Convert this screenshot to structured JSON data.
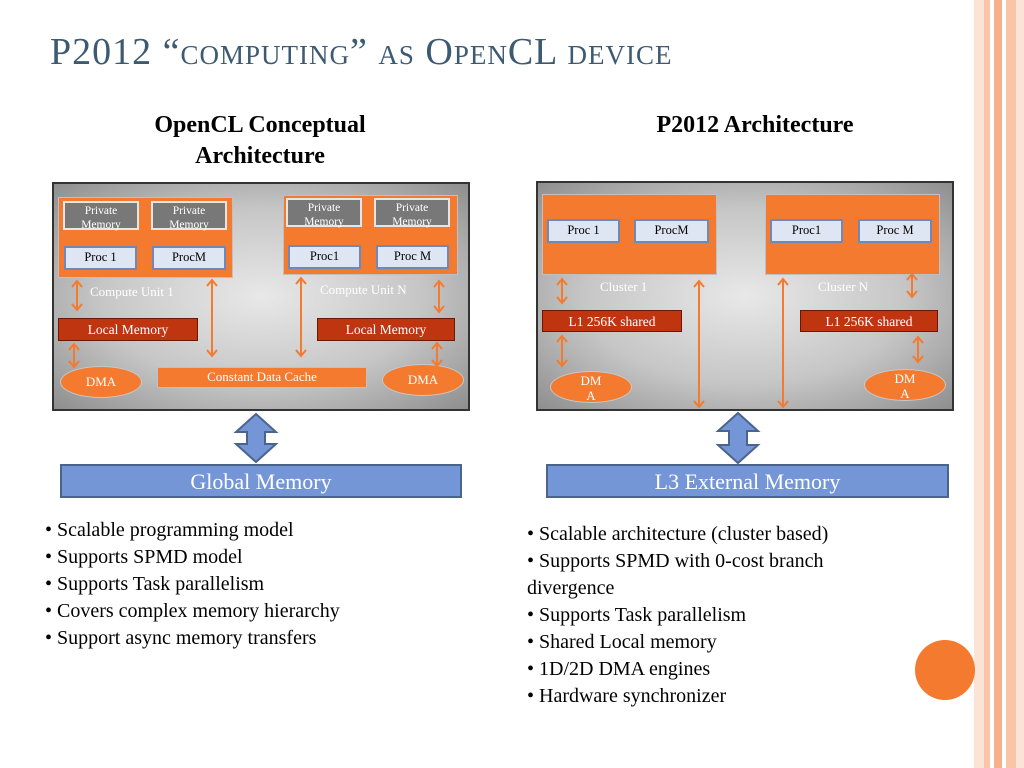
{
  "title": "P2012 “computing” as OpenCL device",
  "left": {
    "heading_line1": "OpenCL Conceptual",
    "heading_line2": "Architecture",
    "unit1": {
      "private_memory_a": "Private Memory",
      "private_memory_b": "Private Memory",
      "proc_a": "Proc 1",
      "proc_b": "ProcM",
      "label": "Compute Unit 1"
    },
    "unitN": {
      "private_memory_a": "Private Memory",
      "private_memory_b": "Private Memory",
      "proc_a": "Proc1",
      "proc_b": "Proc M",
      "label": "Compute Unit N"
    },
    "local_memory_1": "Local Memory",
    "local_memory_n": "Local Memory",
    "dma_1": "DMA",
    "dma_n": "DMA",
    "constant_cache": "Constant Data Cache",
    "global_memory": "Global Memory",
    "bullets": [
      "• Scalable programming model",
      "• Supports SPMD model",
      "• Supports Task parallelism",
      "• Covers complex memory hierarchy",
      "• Support async memory transfers"
    ]
  },
  "right": {
    "heading": "P2012 Architecture",
    "cluster1": {
      "proc_a": "Proc 1",
      "proc_b": "ProcM",
      "label": "Cluster 1",
      "l1": "L1 256K shared",
      "dma_line1": "DM",
      "dma_line2": "A"
    },
    "clusterN": {
      "proc_a": "Proc1",
      "proc_b": "Proc M",
      "label": "Cluster N",
      "l1": "L1 256K shared",
      "dma_line1": "DM",
      "dma_line2": "A"
    },
    "external_memory": "L3 External Memory",
    "bullets": [
      "• Scalable architecture (cluster based)",
      "• Supports SPMD with 0-cost branch",
      "divergence",
      "• Supports Task parallelism",
      "• Shared Local memory",
      "• 1D/2D DMA engines",
      "• Hardware synchronizer"
    ]
  },
  "colors": {
    "accent": "#f47a2f",
    "title": "#3d5a72",
    "memory_bar": "#7495d6",
    "local_memory": "#bf3510"
  }
}
